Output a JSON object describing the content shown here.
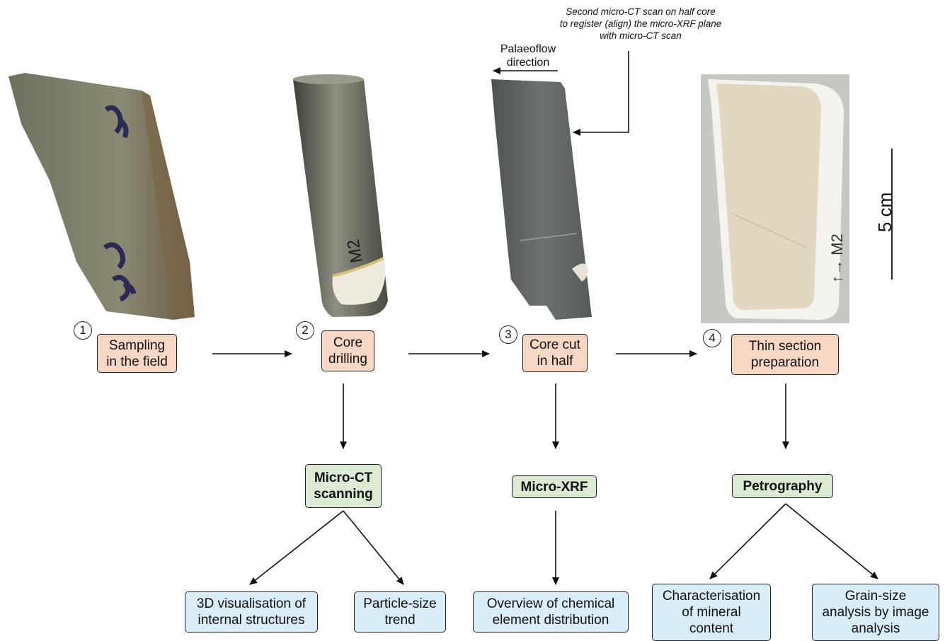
{
  "steps": [
    {
      "number": "1",
      "label": "Sampling\nin the field"
    },
    {
      "number": "2",
      "label": "Core\ndrilling"
    },
    {
      "number": "3",
      "label": "Core cut\nin half"
    },
    {
      "number": "4",
      "label": "Thin section\npreparation"
    }
  ],
  "methods": {
    "microct": "Micro-CT\nscanning",
    "microxrf": "Micro-XRF",
    "petrography": "Petrography"
  },
  "outputs": {
    "visualisation": "3D visualisation of\ninternal structures",
    "particle_size": "Particle-size\ntrend",
    "chemical": "Overview of chemical\nelement distribution",
    "mineral": "Characterisation\nof mineral\ncontent",
    "grain_size": "Grain-size\nanalysis by image\nanalysis"
  },
  "annotations": {
    "second_scan": "Second micro-CT scan on half core\nto register (align) the micro-XRF plane\nwith micro-CT scan",
    "palaeoflow": "Palaeoflow\ndirection",
    "scale": "5 cm"
  },
  "sample_markings": {
    "core_label": "M2",
    "thin_section_label": "↑→ M2"
  },
  "colors": {
    "step_box": "#f8d8c4",
    "method_box": "#dcebd4",
    "output_box": "#d9eef9"
  }
}
